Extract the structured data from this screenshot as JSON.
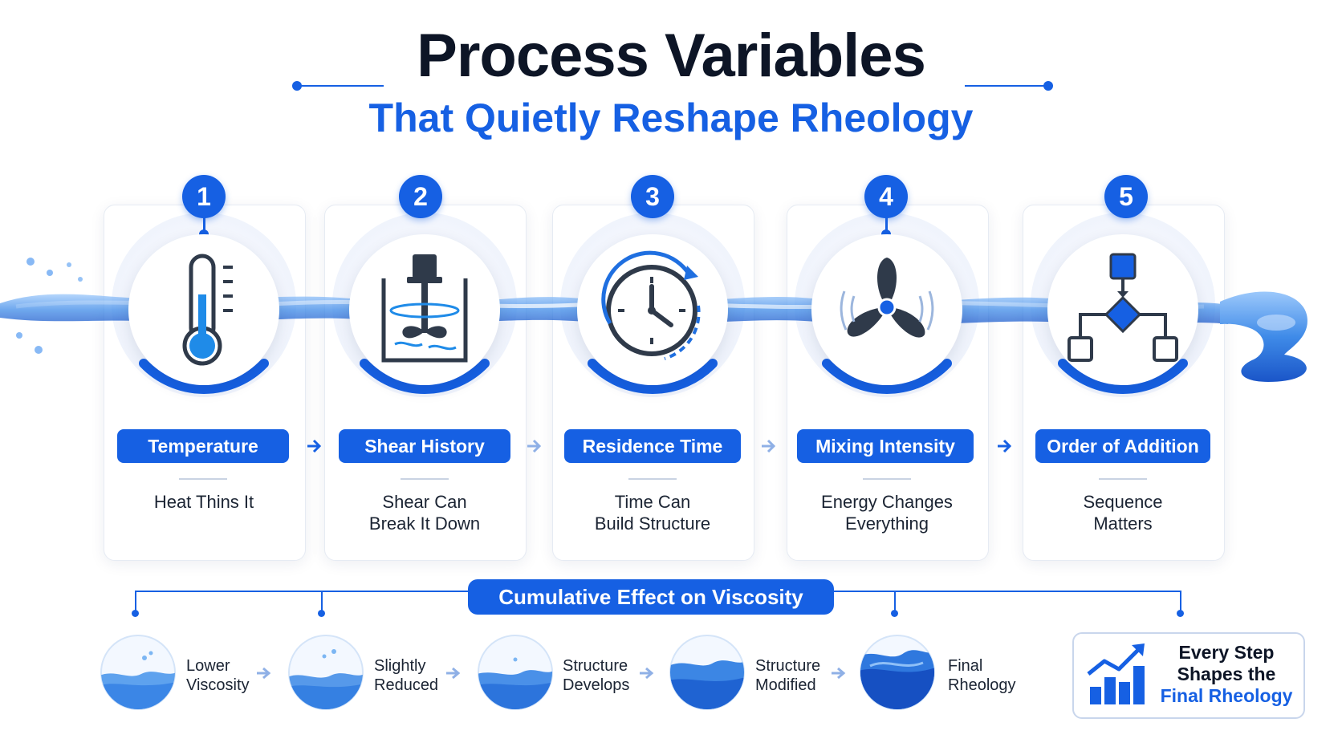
{
  "title": "Process Variables",
  "subtitle": "That Quietly Reshape Rheology",
  "colors": {
    "accent": "#1660e3",
    "dark": "#0d1526",
    "water": "#3f8be8",
    "icon": "#2f3a4a"
  },
  "steps": [
    {
      "number": "1",
      "label": "Temperature",
      "desc_line1": "Heat Thins It",
      "desc_line2": "",
      "icon": "thermometer-icon"
    },
    {
      "number": "2",
      "label": "Shear History",
      "desc_line1": "Shear Can",
      "desc_line2": "Break It Down",
      "icon": "stirred-tank-icon"
    },
    {
      "number": "3",
      "label": "Residence Time",
      "desc_line1": "Time Can",
      "desc_line2": "Build Structure",
      "icon": "clock-icon"
    },
    {
      "number": "4",
      "label": "Mixing Intensity",
      "desc_line1": "Energy Changes",
      "desc_line2": "Everything",
      "icon": "propeller-icon"
    },
    {
      "number": "5",
      "label": "Order of Addition",
      "desc_line1": "Sequence",
      "desc_line2": "Matters",
      "icon": "flowchart-icon"
    }
  ],
  "cumulative": {
    "label": "Cumulative Effect on Viscosity"
  },
  "stages": [
    {
      "line1": "Lower",
      "line2": "Viscosity"
    },
    {
      "line1": "Slightly",
      "line2": "Reduced"
    },
    {
      "line1": "Structure",
      "line2": "Develops"
    },
    {
      "line1": "Structure",
      "line2": "Modified"
    },
    {
      "line1": "Final",
      "line2": "Rheology"
    }
  ],
  "final": {
    "line1": "Every Step",
    "line2": "Shapes the",
    "line3": "Final Rheology",
    "icon": "growth-chart-icon"
  }
}
